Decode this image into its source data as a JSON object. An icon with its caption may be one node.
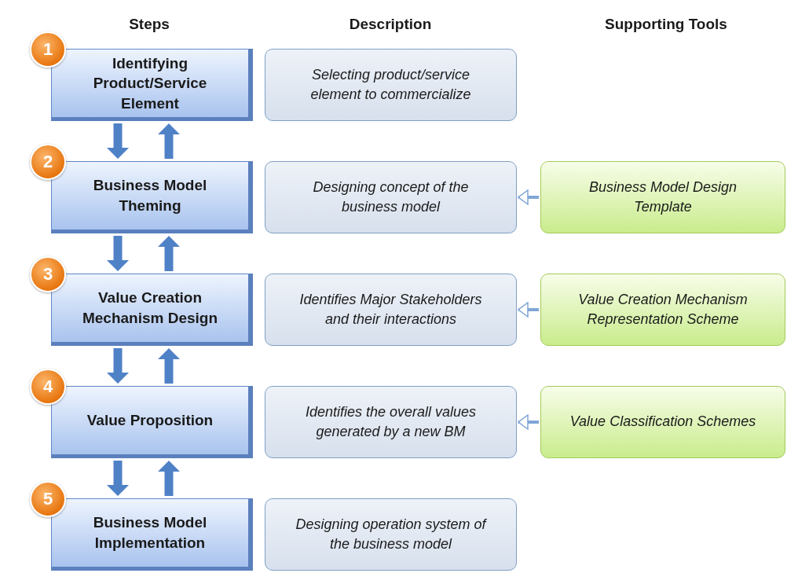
{
  "diagram": {
    "nodes": [
      {
        "text": [
          "1"
        ]
      },
      {
        "text": [
          "Identifying Product/Service Element"
        ]
      },
      {
        "text": [
          "Selecting product/service element to commercialize"
        ]
      },
      {
        "text": [
          "2"
        ]
      },
      {
        "text": [
          "Business Model Theming"
        ]
      },
      {
        "text": [
          "Designing concept of the business model"
        ]
      },
      {
        "text": [
          "Business Model Design Template"
        ]
      },
      {
        "text": [
          "3"
        ]
      },
      {
        "text": [
          "Value Creation Mechanism Design"
        ]
      },
      {
        "text": [
          "Identifies Major Stakeholders and their interactions"
        ]
      },
      {
        "text": [
          "Value Creation Mechanism Representation Scheme"
        ]
      },
      {
        "text": [
          "4"
        ]
      },
      {
        "text": [
          "Value Proposition"
        ]
      },
      {
        "text": [
          "Identifies the overall values generated by a new BM"
        ]
      },
      {
        "text": [
          "Value Classification Schemes"
        ]
      },
      {
        "text": [
          "5"
        ]
      },
      {
        "text": [
          "Business Model Implementation"
        ]
      },
      {
        "text": [
          "Designing operation system of the business model"
        ]
      }
    ],
    "edges": [
      {
        "from": 1,
        "to": 4,
        "arrow": "to",
        "style": "thick"
      },
      {
        "from": 4,
        "to": 1,
        "arrow": "to",
        "style": "thick"
      },
      {
        "from": 4,
        "to": 8,
        "arrow": "to",
        "style": "thick"
      },
      {
        "from": 8,
        "to": 4,
        "arrow": "to",
        "style": "thick"
      },
      {
        "from": 8,
        "to": 12,
        "arrow": "to",
        "style": "thick"
      },
      {
        "from": 12,
        "to": 8,
        "arrow": "to",
        "style": "thick"
      },
      {
        "from": 12,
        "to": 16,
        "arrow": "to",
        "style": "thick"
      },
      {
        "from": 16,
        "to": 12,
        "arrow": "to",
        "style": "thick"
      },
      {
        "from": 6,
        "to": 5,
        "arrow": "to"
      },
      {
        "from": 10,
        "to": 9,
        "arrow": "to"
      },
      {
        "from": 14,
        "to": 13,
        "arrow": "to"
      }
    ],
    "labels": [
      "Steps",
      "Description",
      "Supporting Tools"
    ]
  }
}
